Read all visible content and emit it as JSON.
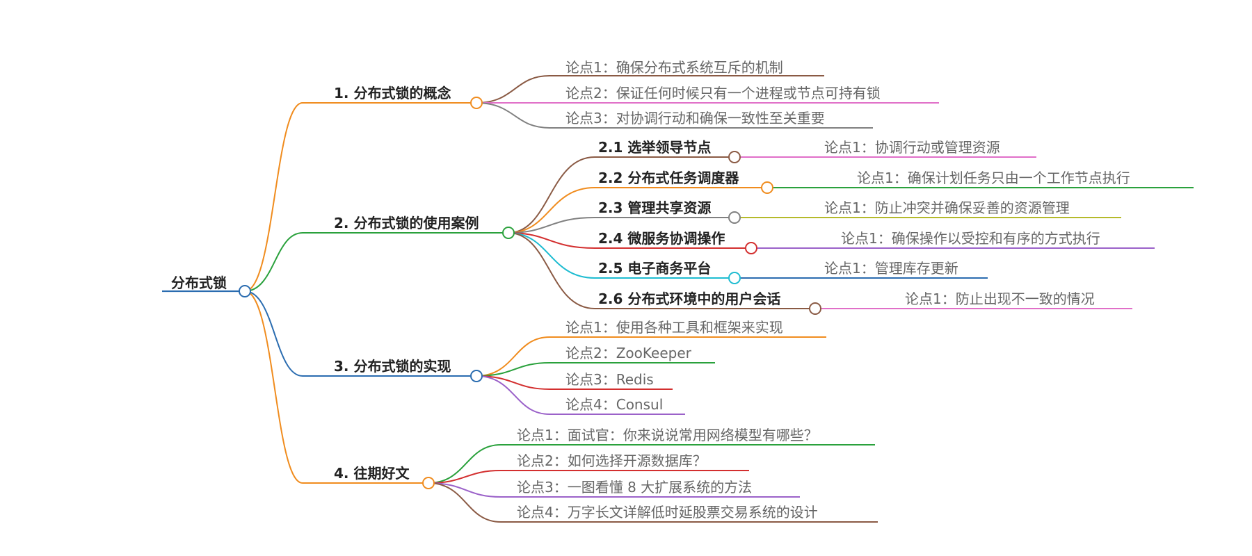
{
  "colors": {
    "root": "#2a6cb0",
    "b1": "#f08c1e",
    "b2": "#2aa13c",
    "b3": "#2a6cb0",
    "b4": "#f08c1e",
    "brown": "#8a5a44",
    "pink": "#e06fc8",
    "gray": "#808080",
    "green": "#2aa13c",
    "olive": "#b5ba2a",
    "red": "#d32f2f",
    "purple": "#9b62c9",
    "cyan": "#1ebcd1",
    "blue": "#2a6cb0",
    "orange": "#f08c1e"
  },
  "root": {
    "label": "分布式锁"
  },
  "branches": [
    {
      "label": "1. 分布式锁的概念",
      "leaves": [
        {
          "label": "论点1：确保分布式系统互斥的机制",
          "color": "brown"
        },
        {
          "label": "论点2：保证任何时候只有一个进程或节点可持有锁",
          "color": "pink"
        },
        {
          "label": "论点3：对协调行动和确保一致性至关重要",
          "color": "gray"
        }
      ]
    },
    {
      "label": "2. 分布式锁的使用案例",
      "subs": [
        {
          "label": "2.1 选举领导节点",
          "leaf": "论点1：协调行动或管理资源"
        },
        {
          "label": "2.2 分布式任务调度器",
          "leaf": "论点1：确保计划任务只由一个工作节点执行"
        },
        {
          "label": "2.3 管理共享资源",
          "leaf": "论点1：防止冲突并确保妥善的资源管理"
        },
        {
          "label": "2.4 微服务协调操作",
          "leaf": "论点1：确保操作以受控和有序的方式执行"
        },
        {
          "label": "2.5 电子商务平台",
          "leaf": "论点1：管理库存更新"
        },
        {
          "label": "2.6 分布式环境中的用户会话",
          "leaf": "论点1：防止出现不一致的情况"
        }
      ]
    },
    {
      "label": "3. 分布式锁的实现",
      "leaves": [
        {
          "label": "论点1：使用各种工具和框架来实现",
          "color": "orange"
        },
        {
          "label": "论点2：ZooKeeper",
          "color": "green"
        },
        {
          "label": "论点3：Redis",
          "color": "red"
        },
        {
          "label": "论点4：Consul",
          "color": "purple"
        }
      ]
    },
    {
      "label": "4. 往期好文",
      "leaves": [
        {
          "label": "论点1：面试官：你来说说常用网络模型有哪些？",
          "color": "green"
        },
        {
          "label": "论点2：如何选择开源数据库？",
          "color": "red"
        },
        {
          "label": "论点3：一图看懂 8 大扩展系统的方法",
          "color": "purple"
        },
        {
          "label": "论点4：万字长文详解低时延股票交易系统的设计",
          "color": "brown"
        }
      ]
    }
  ]
}
